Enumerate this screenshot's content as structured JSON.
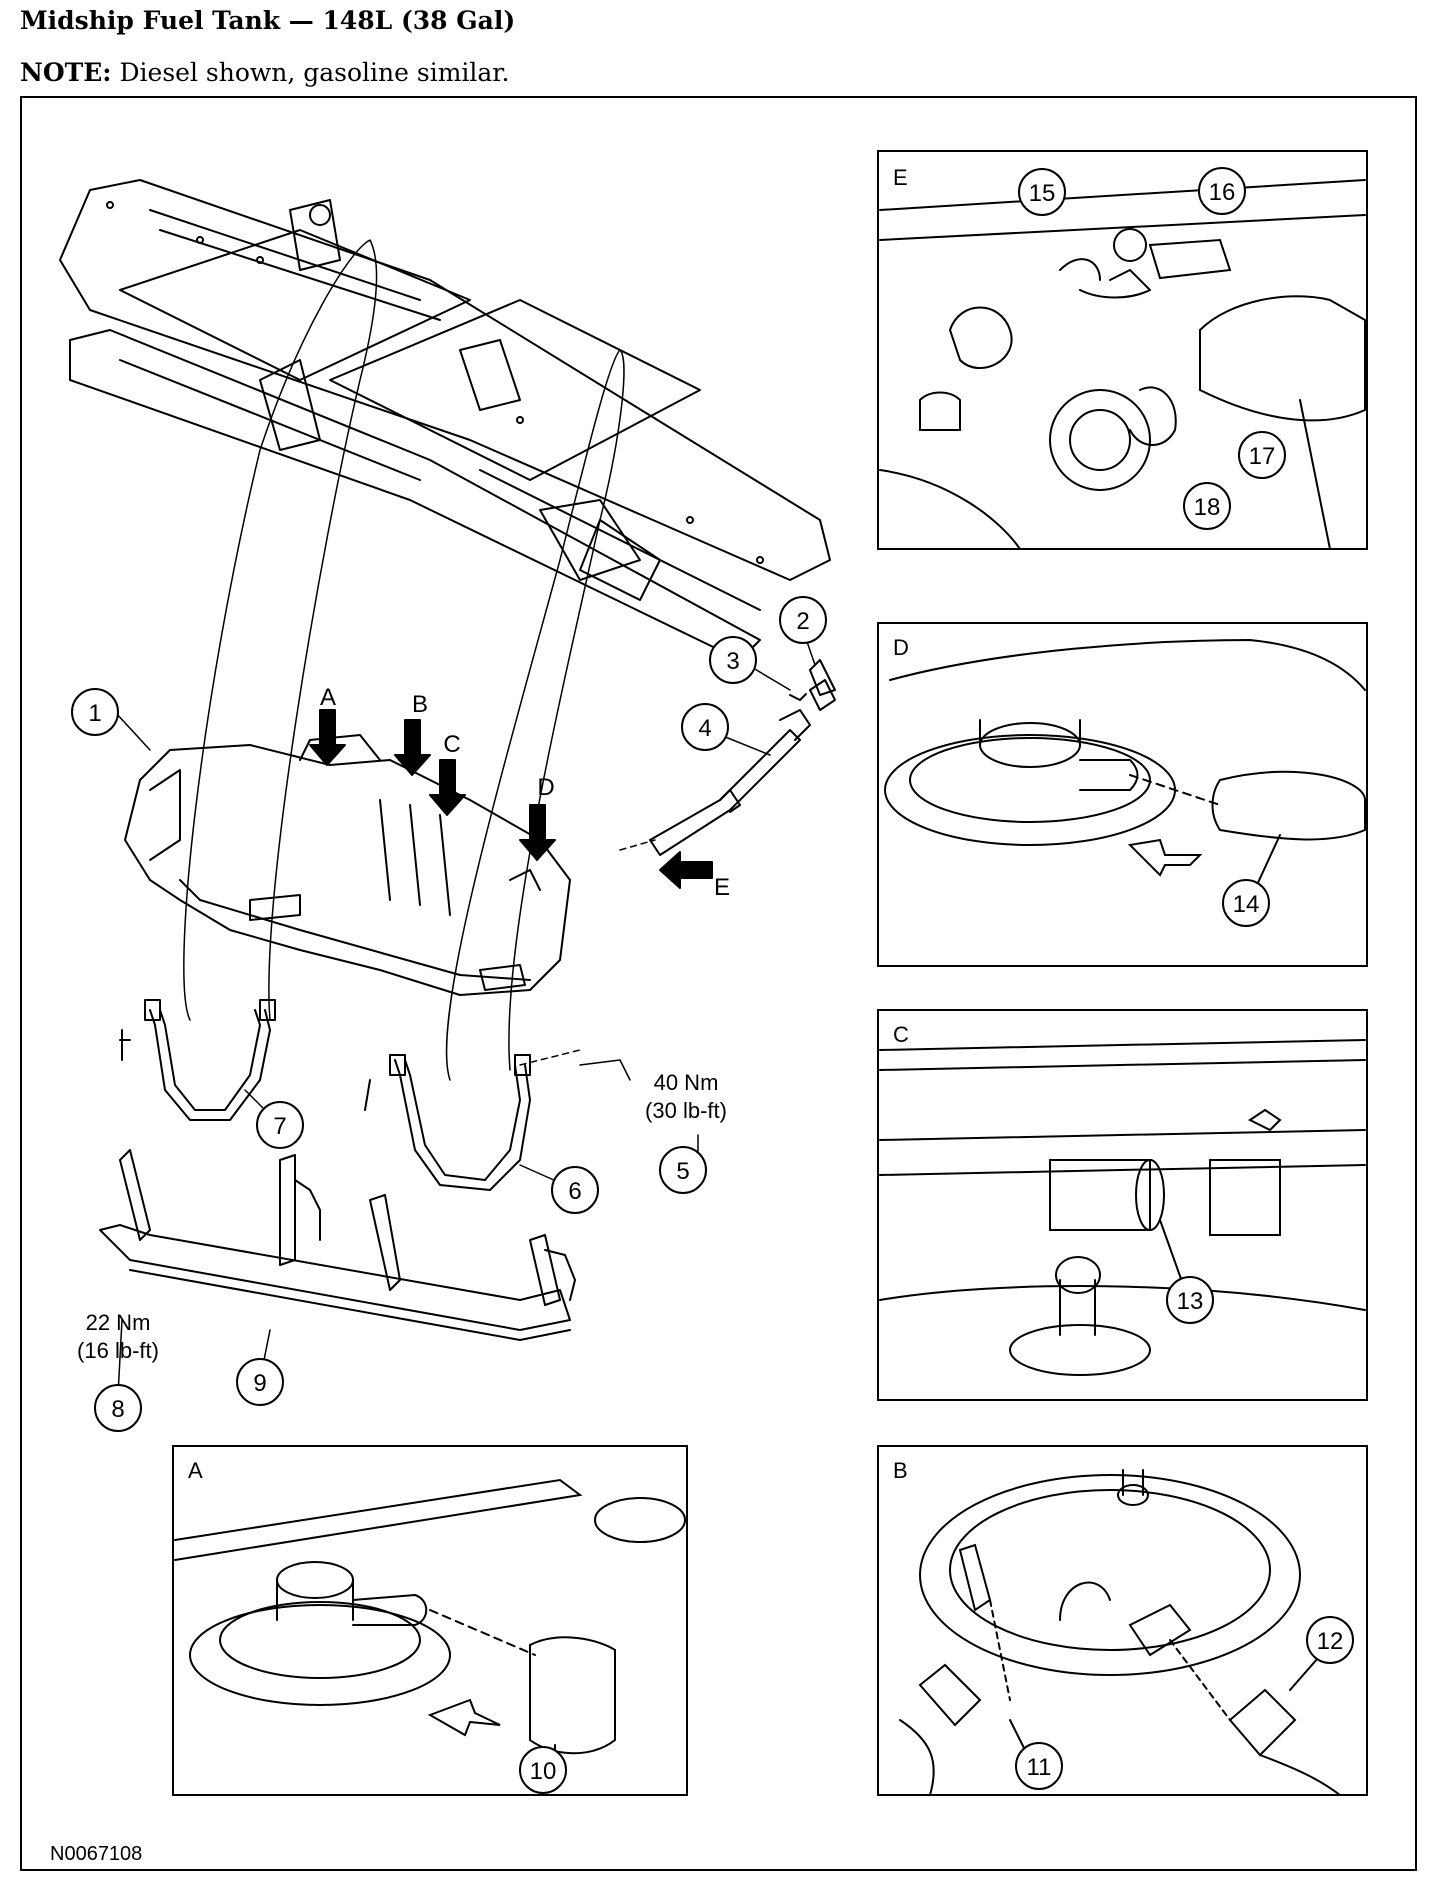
{
  "header": {
    "title": "Midship Fuel Tank — 148L (38 Gal)",
    "note_label": "NOTE:",
    "note_text": "Diesel shown, gasoline similar."
  },
  "figure_id": "N0067108",
  "view_letters": {
    "a": "A",
    "b": "B",
    "c": "C",
    "d": "D",
    "e": "E"
  },
  "callouts": {
    "c1": "1",
    "c2": "2",
    "c3": "3",
    "c4": "4",
    "c5": "5",
    "c6": "6",
    "c7": "7",
    "c8": "8",
    "c9": "9",
    "c10": "10",
    "c11": "11",
    "c12": "12",
    "c13": "13",
    "c14": "14",
    "c15": "15",
    "c16": "16",
    "c17": "17",
    "c18": "18"
  },
  "torque_specs": {
    "strap_bolt_nm": "40 Nm",
    "strap_bolt_lbft": "(30 lb-ft)",
    "skid_bolt_nm": "22 Nm",
    "skid_bolt_lbft": "(16 lb-ft)"
  }
}
